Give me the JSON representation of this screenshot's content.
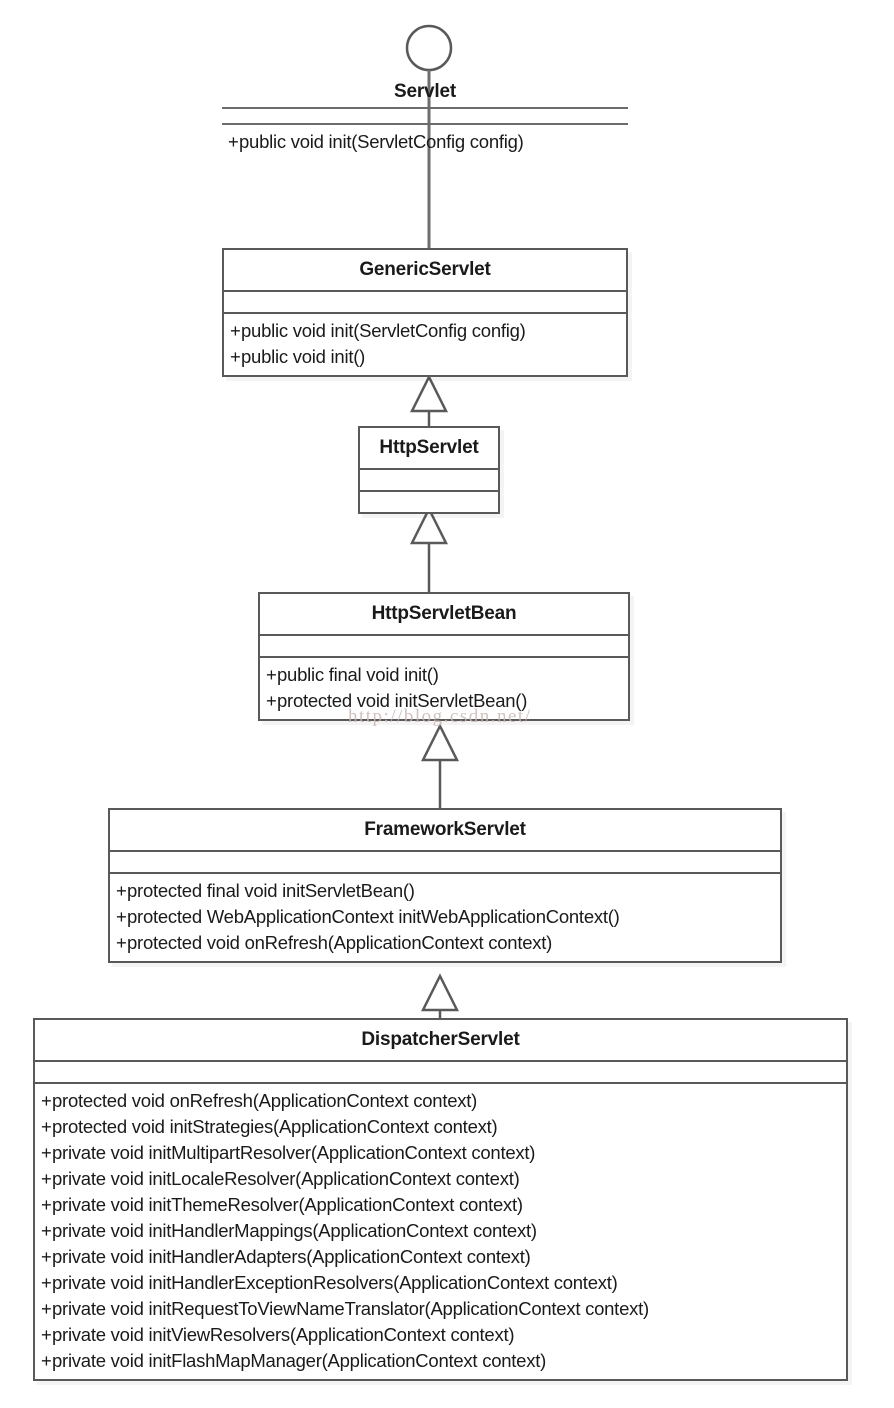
{
  "diagram": {
    "title": "Spring DispatcherServlet initialization class hierarchy",
    "type": "uml-class-diagram",
    "background_color": "#ffffff",
    "line_color": "#595959",
    "text_color": "#1a1a1a",
    "watermark": "http://blog.csdn.net/"
  },
  "classes": [
    {
      "id": "servlet",
      "name": "Servlet",
      "stereotype": "interface",
      "has_interface_circle": true,
      "bordered": false,
      "attributes": [],
      "operations": [
        {
          "visibility": "+",
          "signature": "public void init(ServletConfig config)"
        }
      ]
    },
    {
      "id": "generic-servlet",
      "name": "GenericServlet",
      "stereotype": "class",
      "has_interface_circle": false,
      "bordered": true,
      "attributes": [],
      "operations": [
        {
          "visibility": "+",
          "signature": "public void init(ServletConfig config)"
        },
        {
          "visibility": "+",
          "signature": "public void init()"
        }
      ]
    },
    {
      "id": "http-servlet",
      "name": "HttpServlet",
      "stereotype": "class",
      "has_interface_circle": false,
      "bordered": true,
      "attributes": [],
      "operations": []
    },
    {
      "id": "http-servlet-bean",
      "name": "HttpServletBean",
      "stereotype": "class",
      "has_interface_circle": false,
      "bordered": true,
      "attributes": [],
      "operations": [
        {
          "visibility": "+",
          "signature": "public final void init()"
        },
        {
          "visibility": "+",
          "signature": "protected void initServletBean()"
        }
      ]
    },
    {
      "id": "framework-servlet",
      "name": "FrameworkServlet",
      "stereotype": "class",
      "has_interface_circle": false,
      "bordered": true,
      "attributes": [],
      "operations": [
        {
          "visibility": "+",
          "signature": "protected final void initServletBean()"
        },
        {
          "visibility": "+",
          "signature": "protected WebApplicationContext initWebApplicationContext()"
        },
        {
          "visibility": "+",
          "signature": "protected void onRefresh(ApplicationContext context)"
        }
      ]
    },
    {
      "id": "dispatcher-servlet",
      "name": "DispatcherServlet",
      "stereotype": "class",
      "has_interface_circle": false,
      "bordered": true,
      "attributes": [],
      "operations": [
        {
          "visibility": "+",
          "signature": "protected void onRefresh(ApplicationContext context)"
        },
        {
          "visibility": "+",
          "signature": "protected void initStrategies(ApplicationContext context)"
        },
        {
          "visibility": "+",
          "signature": "private void initMultipartResolver(ApplicationContext context)"
        },
        {
          "visibility": "+",
          "signature": "private void initLocaleResolver(ApplicationContext context)"
        },
        {
          "visibility": "+",
          "signature": "private void initThemeResolver(ApplicationContext context)"
        },
        {
          "visibility": "+",
          "signature": "private void initHandlerMappings(ApplicationContext context)"
        },
        {
          "visibility": "+",
          "signature": "private void initHandlerAdapters(ApplicationContext context)"
        },
        {
          "visibility": "+",
          "signature": "private void initHandlerExceptionResolvers(ApplicationContext context)"
        },
        {
          "visibility": "+",
          "signature": "private void initRequestToViewNameTranslator(ApplicationContext context)"
        },
        {
          "visibility": "+",
          "signature": "private void initViewResolvers(ApplicationContext context)"
        },
        {
          "visibility": "+",
          "signature": "private void initFlashMapManager(ApplicationContext context)"
        }
      ]
    }
  ],
  "relationships": [
    {
      "from": "generic-servlet",
      "to": "servlet",
      "kind": "implements",
      "arrowhead": "none"
    },
    {
      "from": "http-servlet",
      "to": "generic-servlet",
      "kind": "extends",
      "arrowhead": "hollow-triangle"
    },
    {
      "from": "http-servlet-bean",
      "to": "http-servlet",
      "kind": "extends",
      "arrowhead": "hollow-triangle"
    },
    {
      "from": "framework-servlet",
      "to": "http-servlet-bean",
      "kind": "extends",
      "arrowhead": "hollow-triangle"
    },
    {
      "from": "dispatcher-servlet",
      "to": "framework-servlet",
      "kind": "extends",
      "arrowhead": "hollow-triangle"
    }
  ]
}
